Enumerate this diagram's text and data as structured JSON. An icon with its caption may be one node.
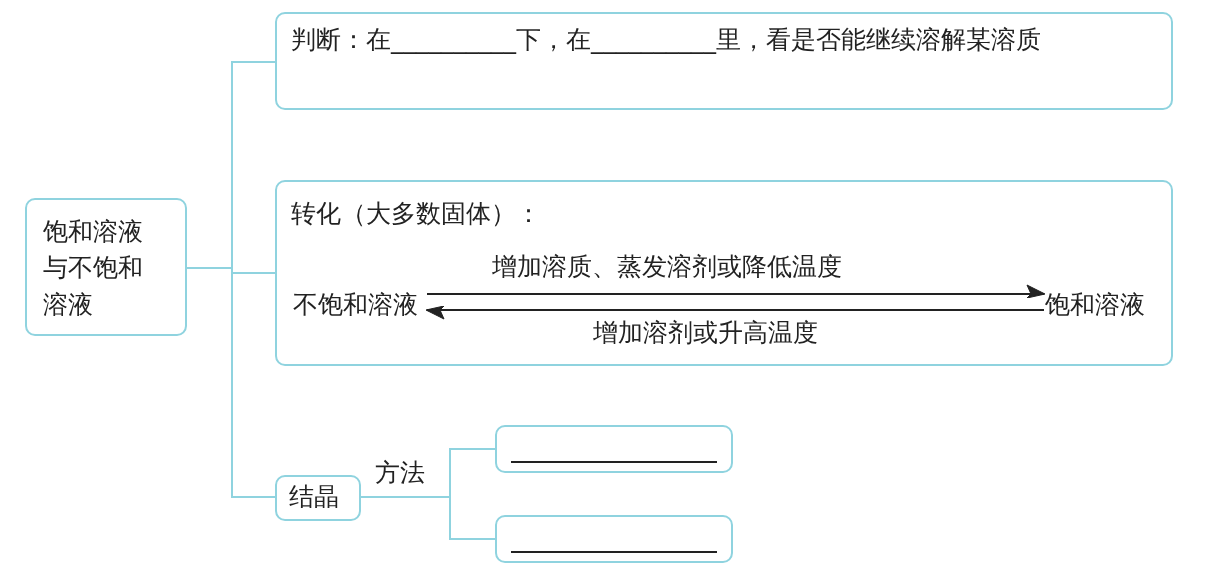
{
  "diagram": {
    "nodes": [
      {
        "text": [
          "饱和溶液与不饱和溶液"
        ]
      },
      {
        "text": [
          "判断：在__________下，在__________里，看是否能继续溶解某溶质"
        ]
      },
      {
        "text": [
          "转化（大多数固体）："
        ]
      },
      {
        "text": [
          "不饱和溶液"
        ],
        "in": 2
      },
      {
        "text": [
          "饱和溶液"
        ],
        "in": 2
      },
      {
        "text": [
          "结晶"
        ]
      },
      {
        "text": [],
        "shape": "box"
      },
      {
        "text": [],
        "shape": "box"
      }
    ],
    "edges": [
      {
        "from": 0,
        "to": 1,
        "arrow": "none"
      },
      {
        "from": 0,
        "to": 2,
        "arrow": "none"
      },
      {
        "from": 0,
        "to": 5,
        "arrow": "none"
      },
      {
        "from": 3,
        "to": 4,
        "arrow": "to",
        "label": "增加溶质、蒸发溶剂或降低温度",
        "color": "#222222"
      },
      {
        "from": 4,
        "to": 3,
        "arrow": "to",
        "label": "增加溶剂或升高温度",
        "color": "#222222"
      },
      {
        "from": 5,
        "to": 6,
        "arrow": "none",
        "label": "方法"
      },
      {
        "from": 5,
        "to": 7,
        "arrow": "none"
      }
    ]
  }
}
